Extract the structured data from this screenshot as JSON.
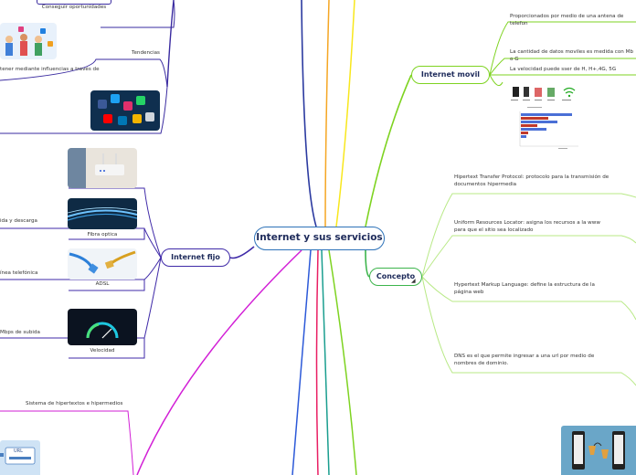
{
  "central": {
    "title": "Internet y sus servicios"
  },
  "branches": {
    "movil": {
      "label": "Internet movil",
      "items": [
        "Proporcionados por medio de una antena de telefon",
        "La cantidad de datos moviles es medida con Mb o G",
        "La velocidad  puede sser de H, H+,4G, 5G"
      ]
    },
    "concepto": {
      "label": "Concepto",
      "items": [
        "Hipertext Transfer Protocol: protocolo para la transmisión de documentos hipermedia",
        "Uniform Resources Locator: asigna los recursos a la www para que el sitio sea localizado",
        "Hypertext Markup Language: define la estructura de la página web",
        "DNS es el que permite ingresar a una url por medio de nombres de dominio."
      ]
    },
    "fijo": {
      "label": "Internet fijo",
      "cards": [
        "Fibra optica",
        "ADSL",
        "Velocidad"
      ],
      "left_labels": [
        "ida y descarga",
        "ínea telefónica",
        "Mbps de subida"
      ]
    },
    "top_left": {
      "caption": "Conseguir oportunidades",
      "tendencias": "Tendencias",
      "influencias": "tener mediante influencias a través de"
    },
    "bottom_left": {
      "sistema": "Sistema de hipertextos e hipermedios",
      "url_badge": "URL"
    }
  },
  "colors": {
    "movil": "#7ed321",
    "concepto": "#3cb44b",
    "fijo": "#3f2aa8",
    "central_border": "#2d72b8",
    "navy": "#2b2b8f",
    "orange": "#f5a623",
    "yellow": "#f8e71c",
    "magenta": "#d21fd6",
    "blue": "#2c59d8",
    "teal": "#1a9e8f"
  },
  "icons": [
    "phone-infographic",
    "speed-chart",
    "wifi-icon",
    "social-apps-image",
    "router-image",
    "fiber-image",
    "ethernet-cable-image",
    "speedometer-image",
    "url-illustration",
    "shopping-hands-image"
  ]
}
